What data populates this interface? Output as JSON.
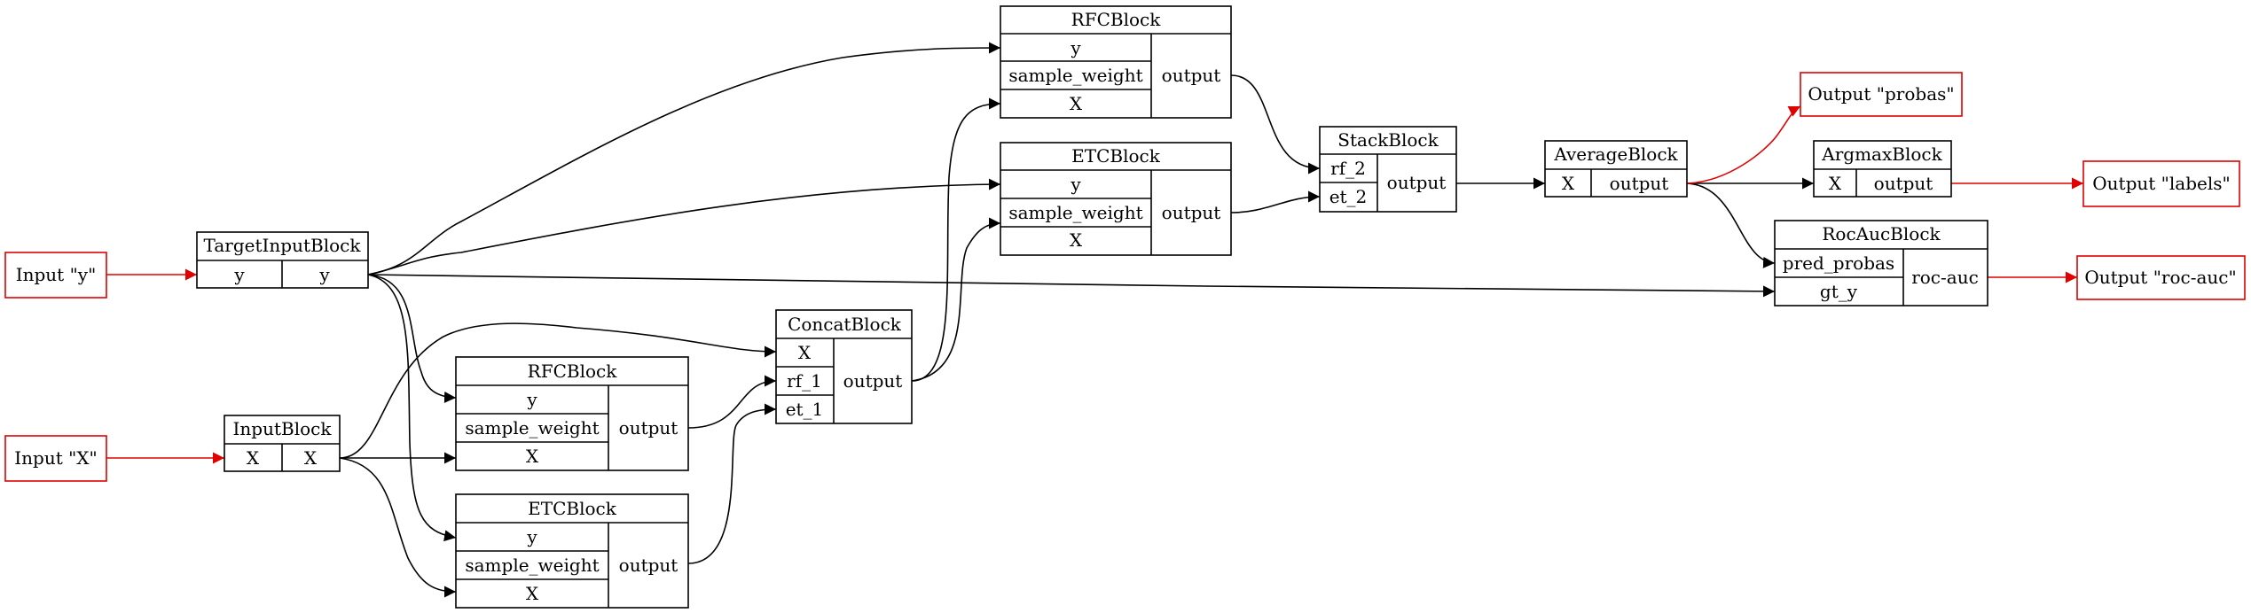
{
  "inputs": {
    "y": "Input \"y\"",
    "X": "Input \"X\""
  },
  "outputs": {
    "probas": "Output \"probas\"",
    "labels": "Output \"labels\"",
    "roc_auc": "Output \"roc-auc\""
  },
  "target_input_block": {
    "title": "TargetInputBlock",
    "in": "y",
    "out": "y"
  },
  "input_block": {
    "title": "InputBlock",
    "in": "X",
    "out": "X"
  },
  "rfc_top": {
    "title": "RFCBlock",
    "ports": [
      "y",
      "sample_weight",
      "X"
    ],
    "out": "output"
  },
  "etc_top": {
    "title": "ETCBlock",
    "ports": [
      "y",
      "sample_weight",
      "X"
    ],
    "out": "output"
  },
  "rfc_bottom": {
    "title": "RFCBlock",
    "ports": [
      "y",
      "sample_weight",
      "X"
    ],
    "out": "output"
  },
  "etc_bottom": {
    "title": "ETCBlock",
    "ports": [
      "y",
      "sample_weight",
      "X"
    ],
    "out": "output"
  },
  "concat_block": {
    "title": "ConcatBlock",
    "ports": [
      "X",
      "rf_1",
      "et_1"
    ],
    "out": "output"
  },
  "stack_block": {
    "title": "StackBlock",
    "ports": [
      "rf_2",
      "et_2"
    ],
    "out": "output"
  },
  "average_block": {
    "title": "AverageBlock",
    "in": "X",
    "out": "output"
  },
  "argmax_block": {
    "title": "ArgmaxBlock",
    "in": "X",
    "out": "output"
  },
  "rocauc_block": {
    "title": "RocAucBlock",
    "ports": [
      "pred_probas",
      "gt_y"
    ],
    "out": "roc-auc"
  }
}
